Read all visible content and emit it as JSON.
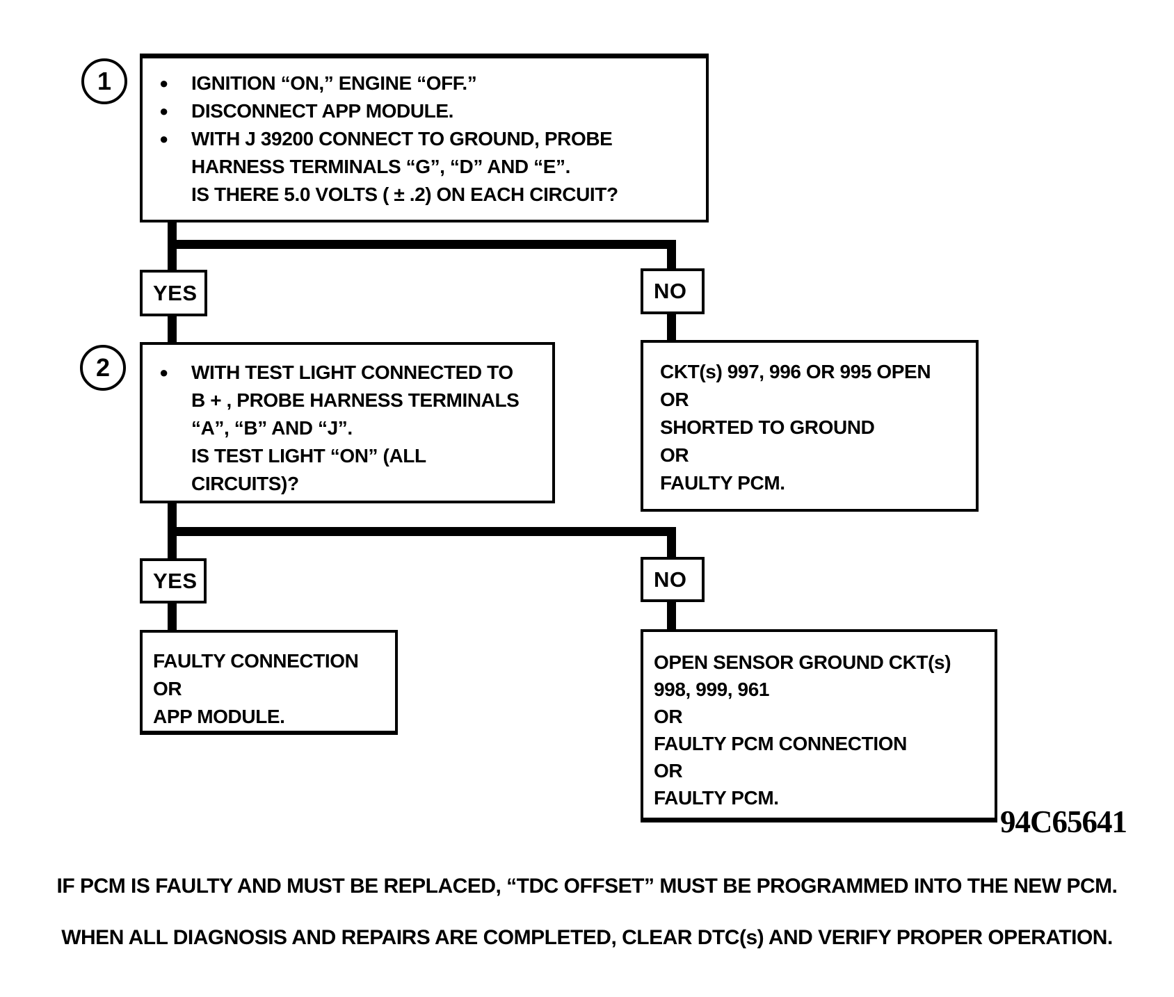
{
  "page": {
    "background_color": "#ffffff",
    "ink_color": "#000000"
  },
  "glyphs": {
    "bullet": "●"
  },
  "flowchart": {
    "step1": {
      "number": "1",
      "bullets": [
        {
          "lines": [
            "IGNITION “ON,” ENGINE “OFF.”"
          ]
        },
        {
          "lines": [
            "DISCONNECT APP MODULE."
          ]
        },
        {
          "lines": [
            "WITH J 39200 CONNECT TO GROUND, PROBE",
            "HARNESS TERMINALS “G”, “D” AND “E”.",
            "IS THERE 5.0 VOLTS ( ± .2) ON EACH CIRCUIT?"
          ]
        }
      ]
    },
    "branch1": {
      "yes": "YES",
      "no": "NO"
    },
    "no1_result": {
      "lines": [
        "CKT(s) 997, 996 OR 995 OPEN",
        "OR",
        "SHORTED TO GROUND",
        "OR",
        "FAULTY PCM."
      ]
    },
    "step2": {
      "number": "2",
      "bullets": [
        {
          "lines": [
            "WITH TEST LIGHT CONNECTED TO",
            "B + , PROBE HARNESS TERMINALS",
            "“A”, “B” AND “J”.",
            "IS TEST LIGHT “ON” (ALL",
            "CIRCUITS)?"
          ]
        }
      ]
    },
    "branch2": {
      "yes": "YES",
      "no": "NO"
    },
    "yes2_result": {
      "lines": [
        "FAULTY CONNECTION",
        "OR",
        "APP MODULE."
      ]
    },
    "no2_result": {
      "lines": [
        "OPEN SENSOR GROUND CKT(s)",
        "998, 999, 961",
        "OR",
        "FAULTY PCM CONNECTION",
        "OR",
        "FAULTY PCM."
      ]
    }
  },
  "figure_code": "94C65641",
  "notes": {
    "line1": "IF PCM IS FAULTY AND MUST BE REPLACED, “TDC OFFSET” MUST BE PROGRAMMED INTO THE NEW PCM.",
    "line2": "WHEN ALL DIAGNOSIS AND REPAIRS ARE COMPLETED, CLEAR DTC(s) AND VERIFY PROPER OPERATION."
  }
}
